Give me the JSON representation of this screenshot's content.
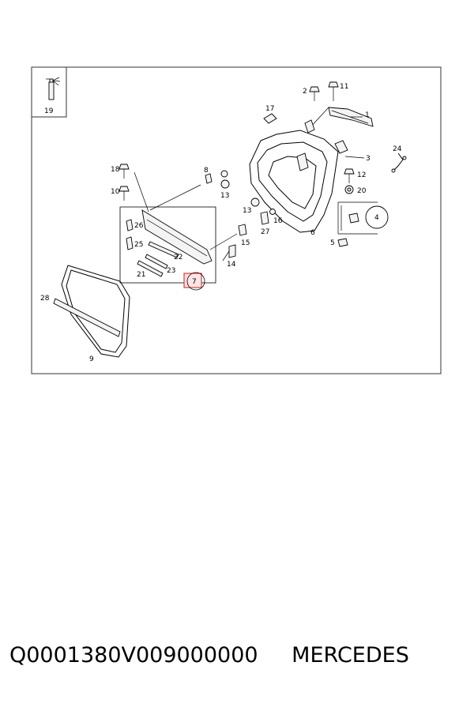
{
  "diagram": {
    "callouts": {
      "c1": "1",
      "c2": "2",
      "c3": "3",
      "c4": "4",
      "c5": "5",
      "c6": "6",
      "c7": "7",
      "c8": "8",
      "c9": "9",
      "c10": "10",
      "c11": "11",
      "c12": "12",
      "c13a": "13",
      "c13b": "13",
      "c14": "14",
      "c15": "15",
      "c16": "16",
      "c17": "17",
      "c18": "18",
      "c19": "19",
      "c20": "20",
      "c21": "21",
      "c22": "22",
      "c23": "23",
      "c24": "24",
      "c25": "25",
      "c26": "26",
      "c27": "27",
      "c28": "28"
    },
    "highlight_color": "#e03a3a"
  },
  "caption": {
    "code": "Q0001380V009000000",
    "brand": "MERCEDES"
  }
}
